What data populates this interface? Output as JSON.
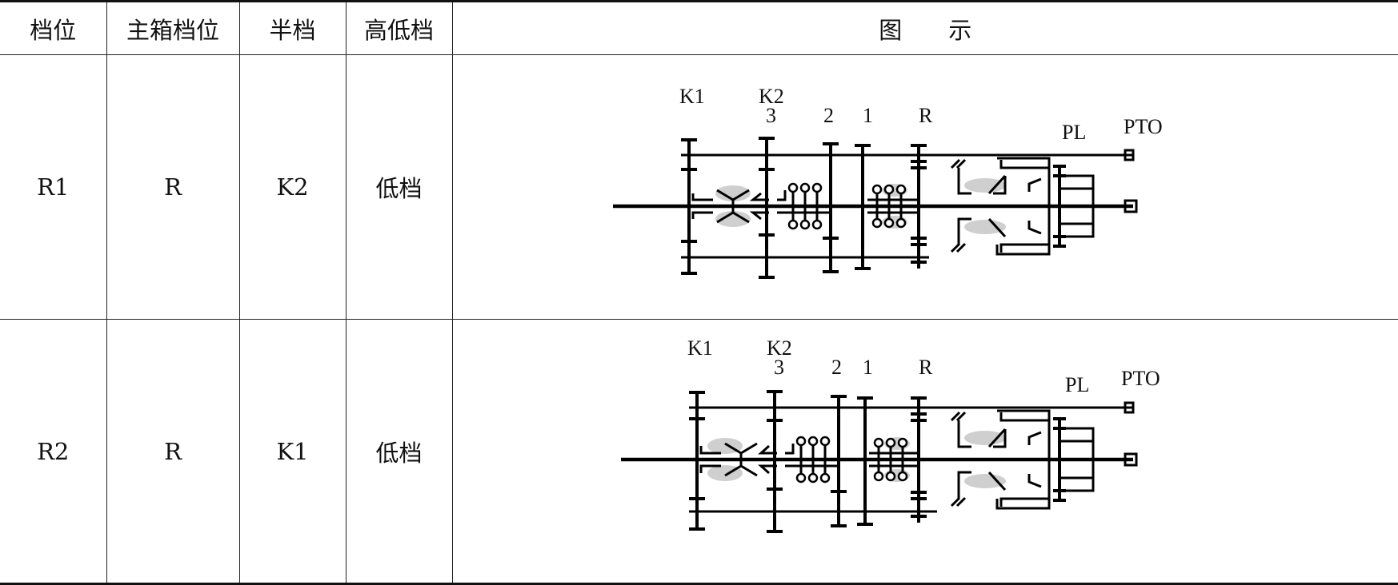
{
  "headers": [
    "档位",
    "主箱档位",
    "半档",
    "高低档",
    "图　　示"
  ],
  "rows": [
    {
      "gear": "R1",
      "main_gear": "R",
      "half_gear": "K2",
      "range": "低档"
    },
    {
      "gear": "R2",
      "main_gear": "R",
      "half_gear": "K1",
      "range": "低档"
    }
  ],
  "diagram_labels": {
    "k1": "K1",
    "k2": "K2",
    "g3": "3",
    "g2": "2",
    "g1": "1",
    "r": "R",
    "pl": "PL",
    "pto": "PTO"
  }
}
